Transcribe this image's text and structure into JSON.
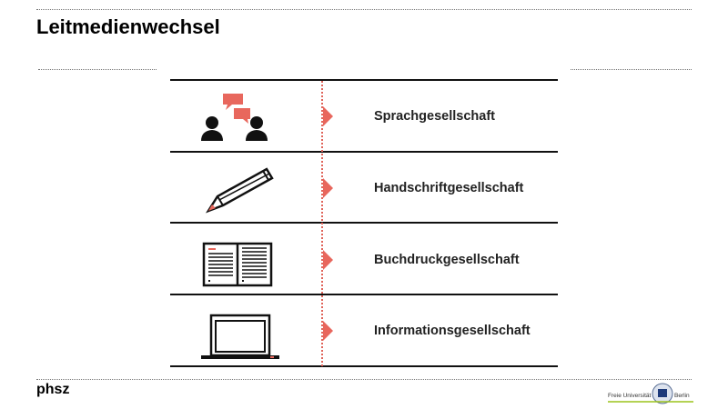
{
  "slide": {
    "title": "Leitmedienwechsel"
  },
  "rows": [
    {
      "label": "Sprachgesellschaft",
      "icon": "speaking-people-icon"
    },
    {
      "label": "Handschriftgesellschaft",
      "icon": "pencil-icon"
    },
    {
      "label": "Buchdruckgesellschaft",
      "icon": "open-book-icon"
    },
    {
      "label": "Informationsgesellschaft",
      "icon": "laptop-icon"
    }
  ],
  "footer": {
    "left_logo": "phsz",
    "right_logo": "Freie Universität Berlin",
    "right_logo_left": "Freie Universität",
    "right_logo_right": "Berlin"
  },
  "colors": {
    "accent": "#e8675d",
    "logo_green": "#9bc31c"
  }
}
